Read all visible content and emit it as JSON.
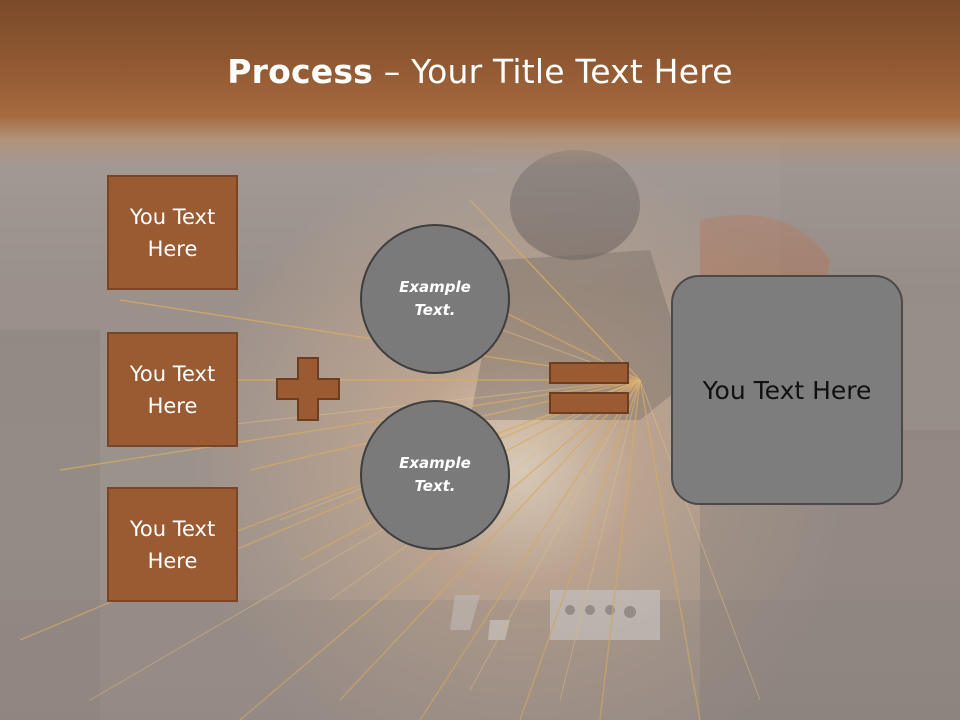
{
  "slide": {
    "title_bold": "Process",
    "title_rest": " – Your Title Text Here"
  },
  "left_boxes": [
    {
      "label": "You Text Here"
    },
    {
      "label": "You Text Here"
    },
    {
      "label": "You Text Here"
    }
  ],
  "circles": [
    {
      "label": "Example Text."
    },
    {
      "label": "Example Text."
    }
  ],
  "result_box": {
    "label": "You Text Here"
  },
  "operators": {
    "plus_icon": "plus-icon",
    "equals_icon": "equals-icon"
  },
  "colors": {
    "banner": "#8e5731",
    "box_fill": "#9a5b33",
    "circle_fill": "#7a7a7a",
    "result_fill": "#7d7d7d",
    "operator_fill": "#9a5b33"
  }
}
